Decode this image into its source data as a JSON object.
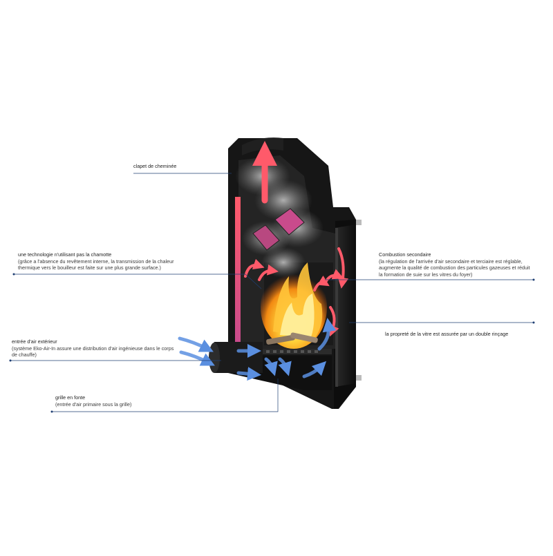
{
  "labels": {
    "clapet": {
      "title": "clapet de cheminée"
    },
    "chamotte": {
      "title": "une technologie n'utilisant pas la chamotte",
      "sub": "(grâce a l'absence du revêtement interne, la transmission de la chaleur thermique vers le bouilleur est faite sur une plus grande surface.)"
    },
    "air_exterieur": {
      "title": "entrée d'air extérieur",
      "sub": "(système Eko-Air-In assure une distribution d'air ingénieuse dans le corps de chauffe)"
    },
    "grille": {
      "title": "grille en fonte",
      "sub": "(entrée d'air primaire sous la grille)"
    },
    "combustion": {
      "title": "Combustion secondaire",
      "sub": "(la régulation de l'arrivée d'air secondaire et terciaire est réglable, augmente la qualité de combustion des particules gazeuses et réduit la formation de suie sur les vitres du foyer)"
    },
    "proprete": {
      "title": "la propreté de la vitre est assurée par un double rinçage"
    }
  },
  "colors": {
    "body": "#141414",
    "leader": "#1f3f73",
    "hot_arrow": "#e8505b",
    "cold_arrow": "#5a8fe0",
    "smoke": "#9a9a9a",
    "flame": "#f6a21a"
  }
}
